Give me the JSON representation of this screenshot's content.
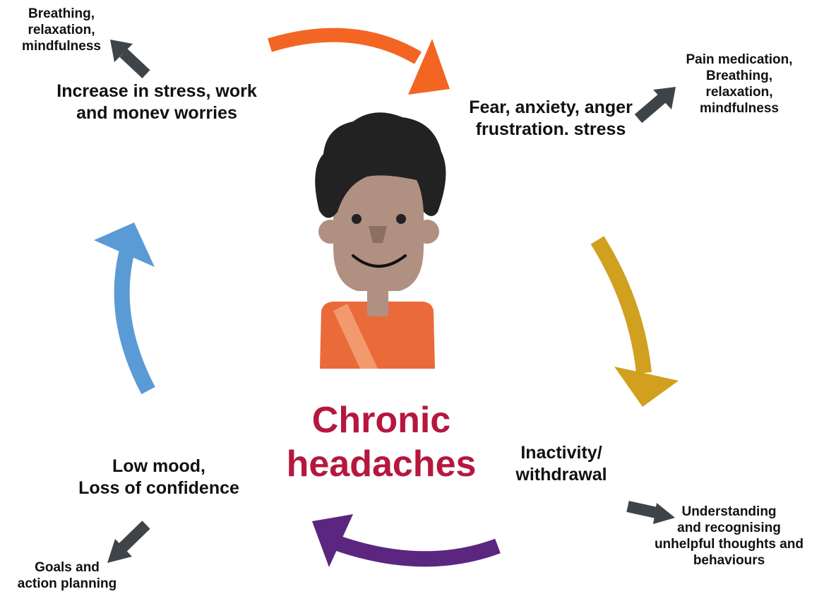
{
  "center": {
    "title_lines": [
      "Chronic",
      "headaches"
    ],
    "title_color": "#B5173F"
  },
  "stages": {
    "stress_work_money": [
      "Increase in stress, work",
      "and monev worries"
    ],
    "fear_anxiety": [
      "Fear, anxiety, anger",
      "frustration. stress"
    ],
    "inactivity": [
      "Inactivity/",
      "withdrawal"
    ],
    "low_mood": [
      "Low mood,",
      "Loss of confidence"
    ]
  },
  "interventions": {
    "top_left": [
      "Breathing,",
      "relaxation,",
      "mindfulness"
    ],
    "top_right": [
      "Pain medication,",
      "Breathing,",
      "relaxation,",
      "mindfulness"
    ],
    "bottom_right": [
      "Understanding",
      "and recognising",
      "unhelpful thoughts and",
      "behaviours"
    ],
    "bottom_left": [
      "Goals and",
      "action planning"
    ]
  },
  "colors": {
    "arrow_orange": "#F26522",
    "arrow_gold": "#D0A01E",
    "arrow_purple": "#5B2680",
    "arrow_blue": "#5B9BD5",
    "pointer_gray": "#3F4449",
    "skin": "#B09080",
    "hair": "#222222",
    "shirt": "#EA6A3A",
    "shirt_stripe": "#F29A6E"
  }
}
